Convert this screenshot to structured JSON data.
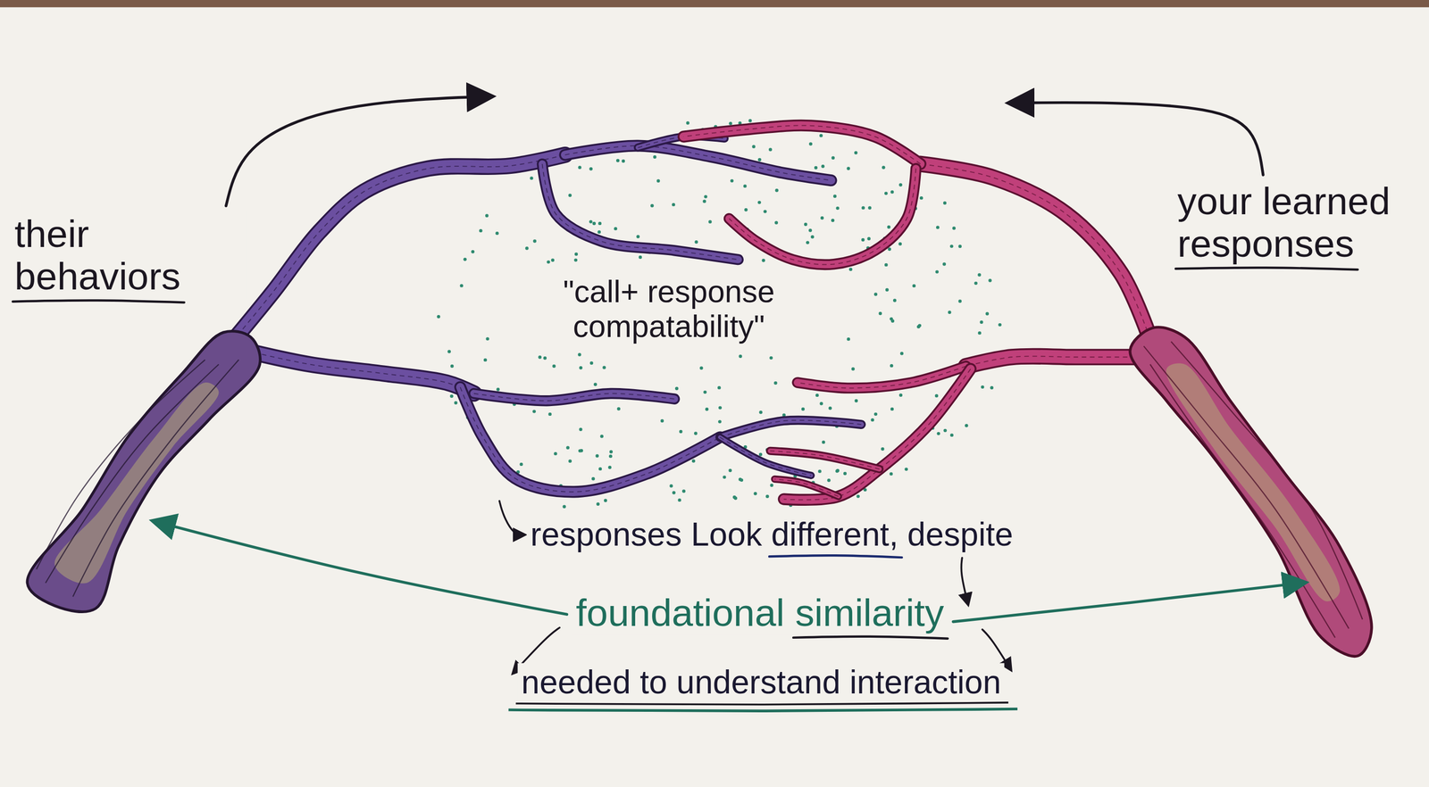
{
  "diagram": {
    "labels": [
      "their behaviors",
      "your learned responses",
      "\"call+ response compatability\"",
      "responses Look different, despite",
      "foundational similarity",
      "needed to understand interaction"
    ]
  }
}
